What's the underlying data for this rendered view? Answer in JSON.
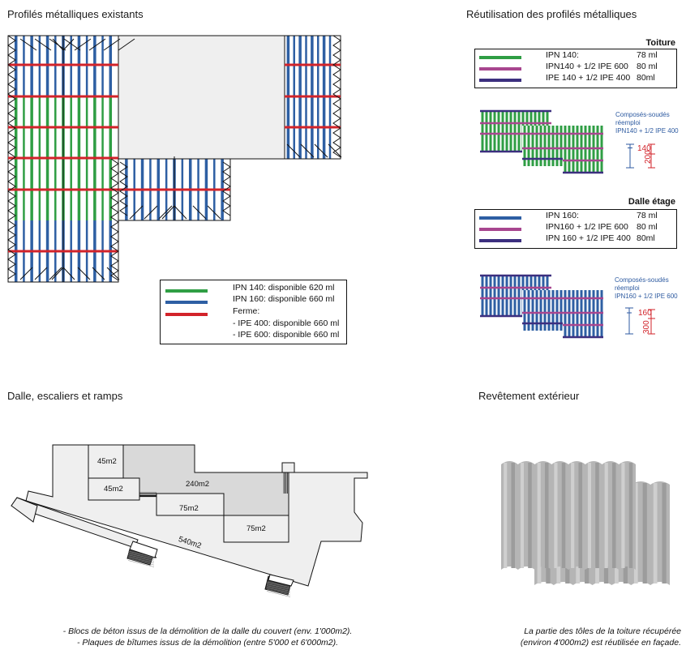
{
  "colors": {
    "ipn140": "#2f9e44",
    "ipn160": "#2e5fa3",
    "ferme": "#d2232a",
    "ipe600_combo": "#a8468f",
    "ipe400_combo": "#3c2f7f",
    "slab_light": "#efefef",
    "slab_mid": "#d9d9d9",
    "weld_note": "#2d5aa0",
    "dim_red": "#d2232a"
  },
  "sections": {
    "existing": {
      "title": "Profilés métalliques existants",
      "legend": [
        {
          "color_key": "ipn140",
          "label": "IPN 140: disponible 620 ml"
        },
        {
          "color_key": "ipn160",
          "label": "IPN 160: disponible 660 ml"
        },
        {
          "color_key": "ferme",
          "label": "Ferme:"
        },
        {
          "color_key": null,
          "label": "- IPE 400: disponible 660 ml"
        },
        {
          "color_key": null,
          "label": "- IPE 600: disponible 660 ml"
        }
      ]
    },
    "reuse": {
      "title": "Réutilisation des profilés métalliques",
      "toiture": {
        "label": "Toiture",
        "rows": [
          {
            "color_key": "ipn140",
            "name": "IPN 140:",
            "value": "78 ml"
          },
          {
            "color_key": "ipe600_combo",
            "name": "IPN140 + 1/2 IPE 600",
            "value": "80 ml"
          },
          {
            "color_key": "ipe400_combo",
            "name": "IPE 140 + 1/2 IPE 400",
            "value": "80ml"
          }
        ],
        "note": [
          "Composés-soudés",
          "réemploi",
          "IPN140 + 1/2 IPE 400"
        ],
        "dims": {
          "flange": "140",
          "height": "200"
        }
      },
      "dalle": {
        "label": "Dalle étage",
        "rows": [
          {
            "color_key": "ipn160",
            "name": "IPN 160:",
            "value": "78 ml"
          },
          {
            "color_key": "ipe600_combo",
            "name": "IPN160 + 1/2 IPE 600",
            "value": "80 ml"
          },
          {
            "color_key": "ipe400_combo",
            "name": "IPN 160 + 1/2 IPE 400",
            "value": "80ml"
          }
        ],
        "note": [
          "Composés-soudés",
          "réemploi",
          "IPN160 + 1/2 IPE 600"
        ],
        "dims": {
          "flange": "160",
          "height": "300"
        }
      }
    },
    "slab": {
      "title": "Dalle, escaliers et ramps",
      "areas": {
        "a1": "45m2",
        "a2": "45m2",
        "a3": "240m2",
        "a4": "75m2",
        "a5": "75m2",
        "a6": "540m2"
      },
      "caption": [
        "- Blocs de béton issus de la démolition de la dalle du couvert (env. 1'000m2).",
        "- Plaques de bîtumes issus de la démolition  (entre 5'000 et 6'000m2)."
      ]
    },
    "cladding": {
      "title": "Revêtement extérieur",
      "caption": [
        "La partie des tôles de la toiture récupérée",
        "(environ 4'000m2) est réutilisée en façade."
      ]
    }
  }
}
